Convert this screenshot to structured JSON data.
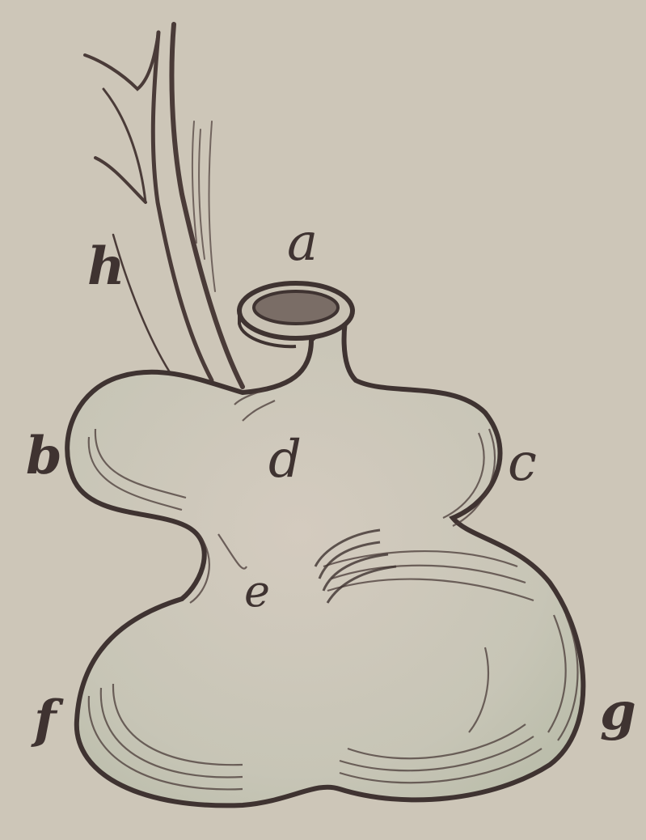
{
  "figure": {
    "background_color": "#cdc6b8",
    "ink_color": "#3f3331",
    "labels": {
      "a": "a",
      "b": "b",
      "c": "c",
      "d": "d",
      "e": "e",
      "f": "f",
      "g": "g",
      "h": "h"
    }
  }
}
